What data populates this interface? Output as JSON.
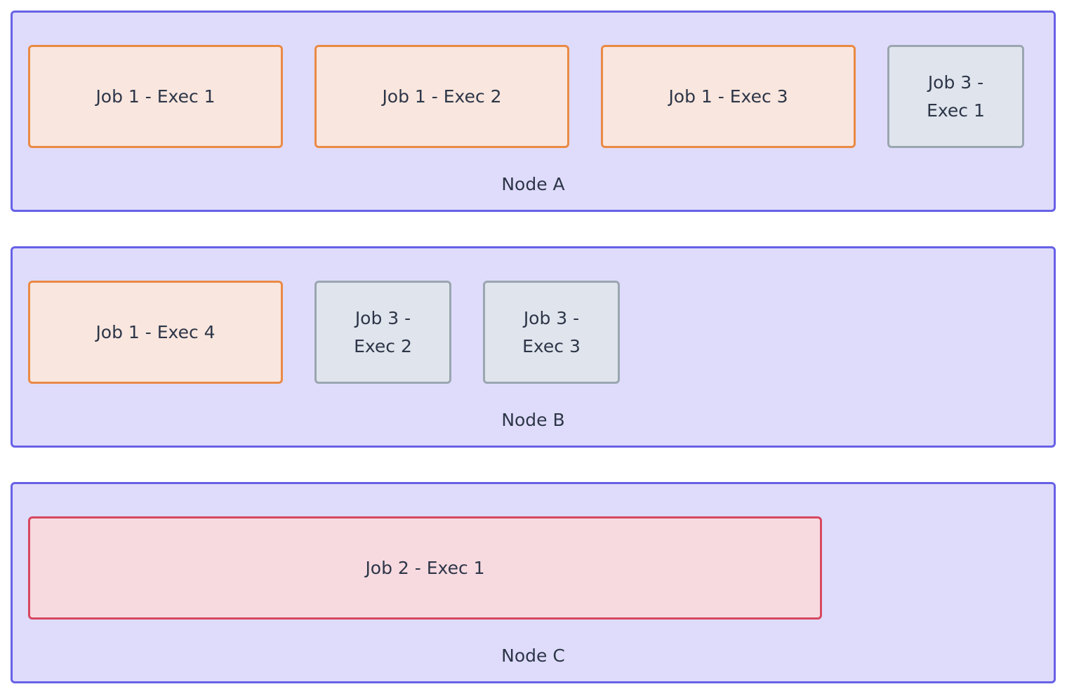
{
  "nodes": [
    {
      "label": "Node A",
      "executors": [
        {
          "label": "Job 1 - Exec 1",
          "job": "job1"
        },
        {
          "label": "Job 1 - Exec 2",
          "job": "job1"
        },
        {
          "label": "Job 1 - Exec 3",
          "job": "job1"
        },
        {
          "label": "Job  3 -\nExec 1",
          "job": "job3"
        }
      ]
    },
    {
      "label": "Node B",
      "executors": [
        {
          "label": "Job 1 - Exec 4",
          "job": "job1"
        },
        {
          "label": "Job 3 -\nExec 2",
          "job": "job3"
        },
        {
          "label": "Job  3 -\nExec 3",
          "job": "job3"
        }
      ]
    },
    {
      "label": "Node C",
      "executors": [
        {
          "label": "Job 2 - Exec 1",
          "job": "job2"
        }
      ]
    }
  ],
  "colors": {
    "node_fill": "#dfdcfb",
    "node_border": "#6761e6",
    "job1_fill": "#f9e6de",
    "job1_border": "#ea8a45",
    "job2_fill": "#f7dae0",
    "job2_border": "#d6485f",
    "job3_fill": "#e0e4ec",
    "job3_border": "#9aa6b0",
    "text": "#2d3648"
  }
}
